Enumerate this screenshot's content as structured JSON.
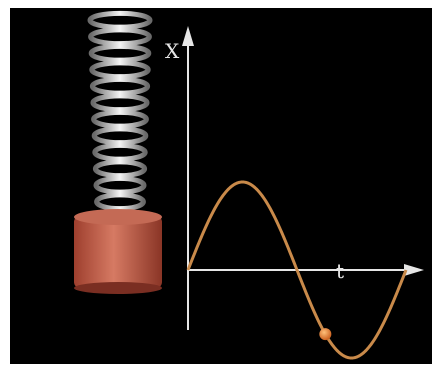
{
  "colors": {
    "background": "#000000",
    "axis": "#e6e6e6",
    "curve": "#c98a4a",
    "spring": "#d8d8d8",
    "mass": "#c0604a",
    "marker": "#e07a2a"
  },
  "axes": {
    "y_label": "X",
    "x_label": "t"
  },
  "curve": {
    "cycles": 1,
    "current_phase": 0.63
  }
}
